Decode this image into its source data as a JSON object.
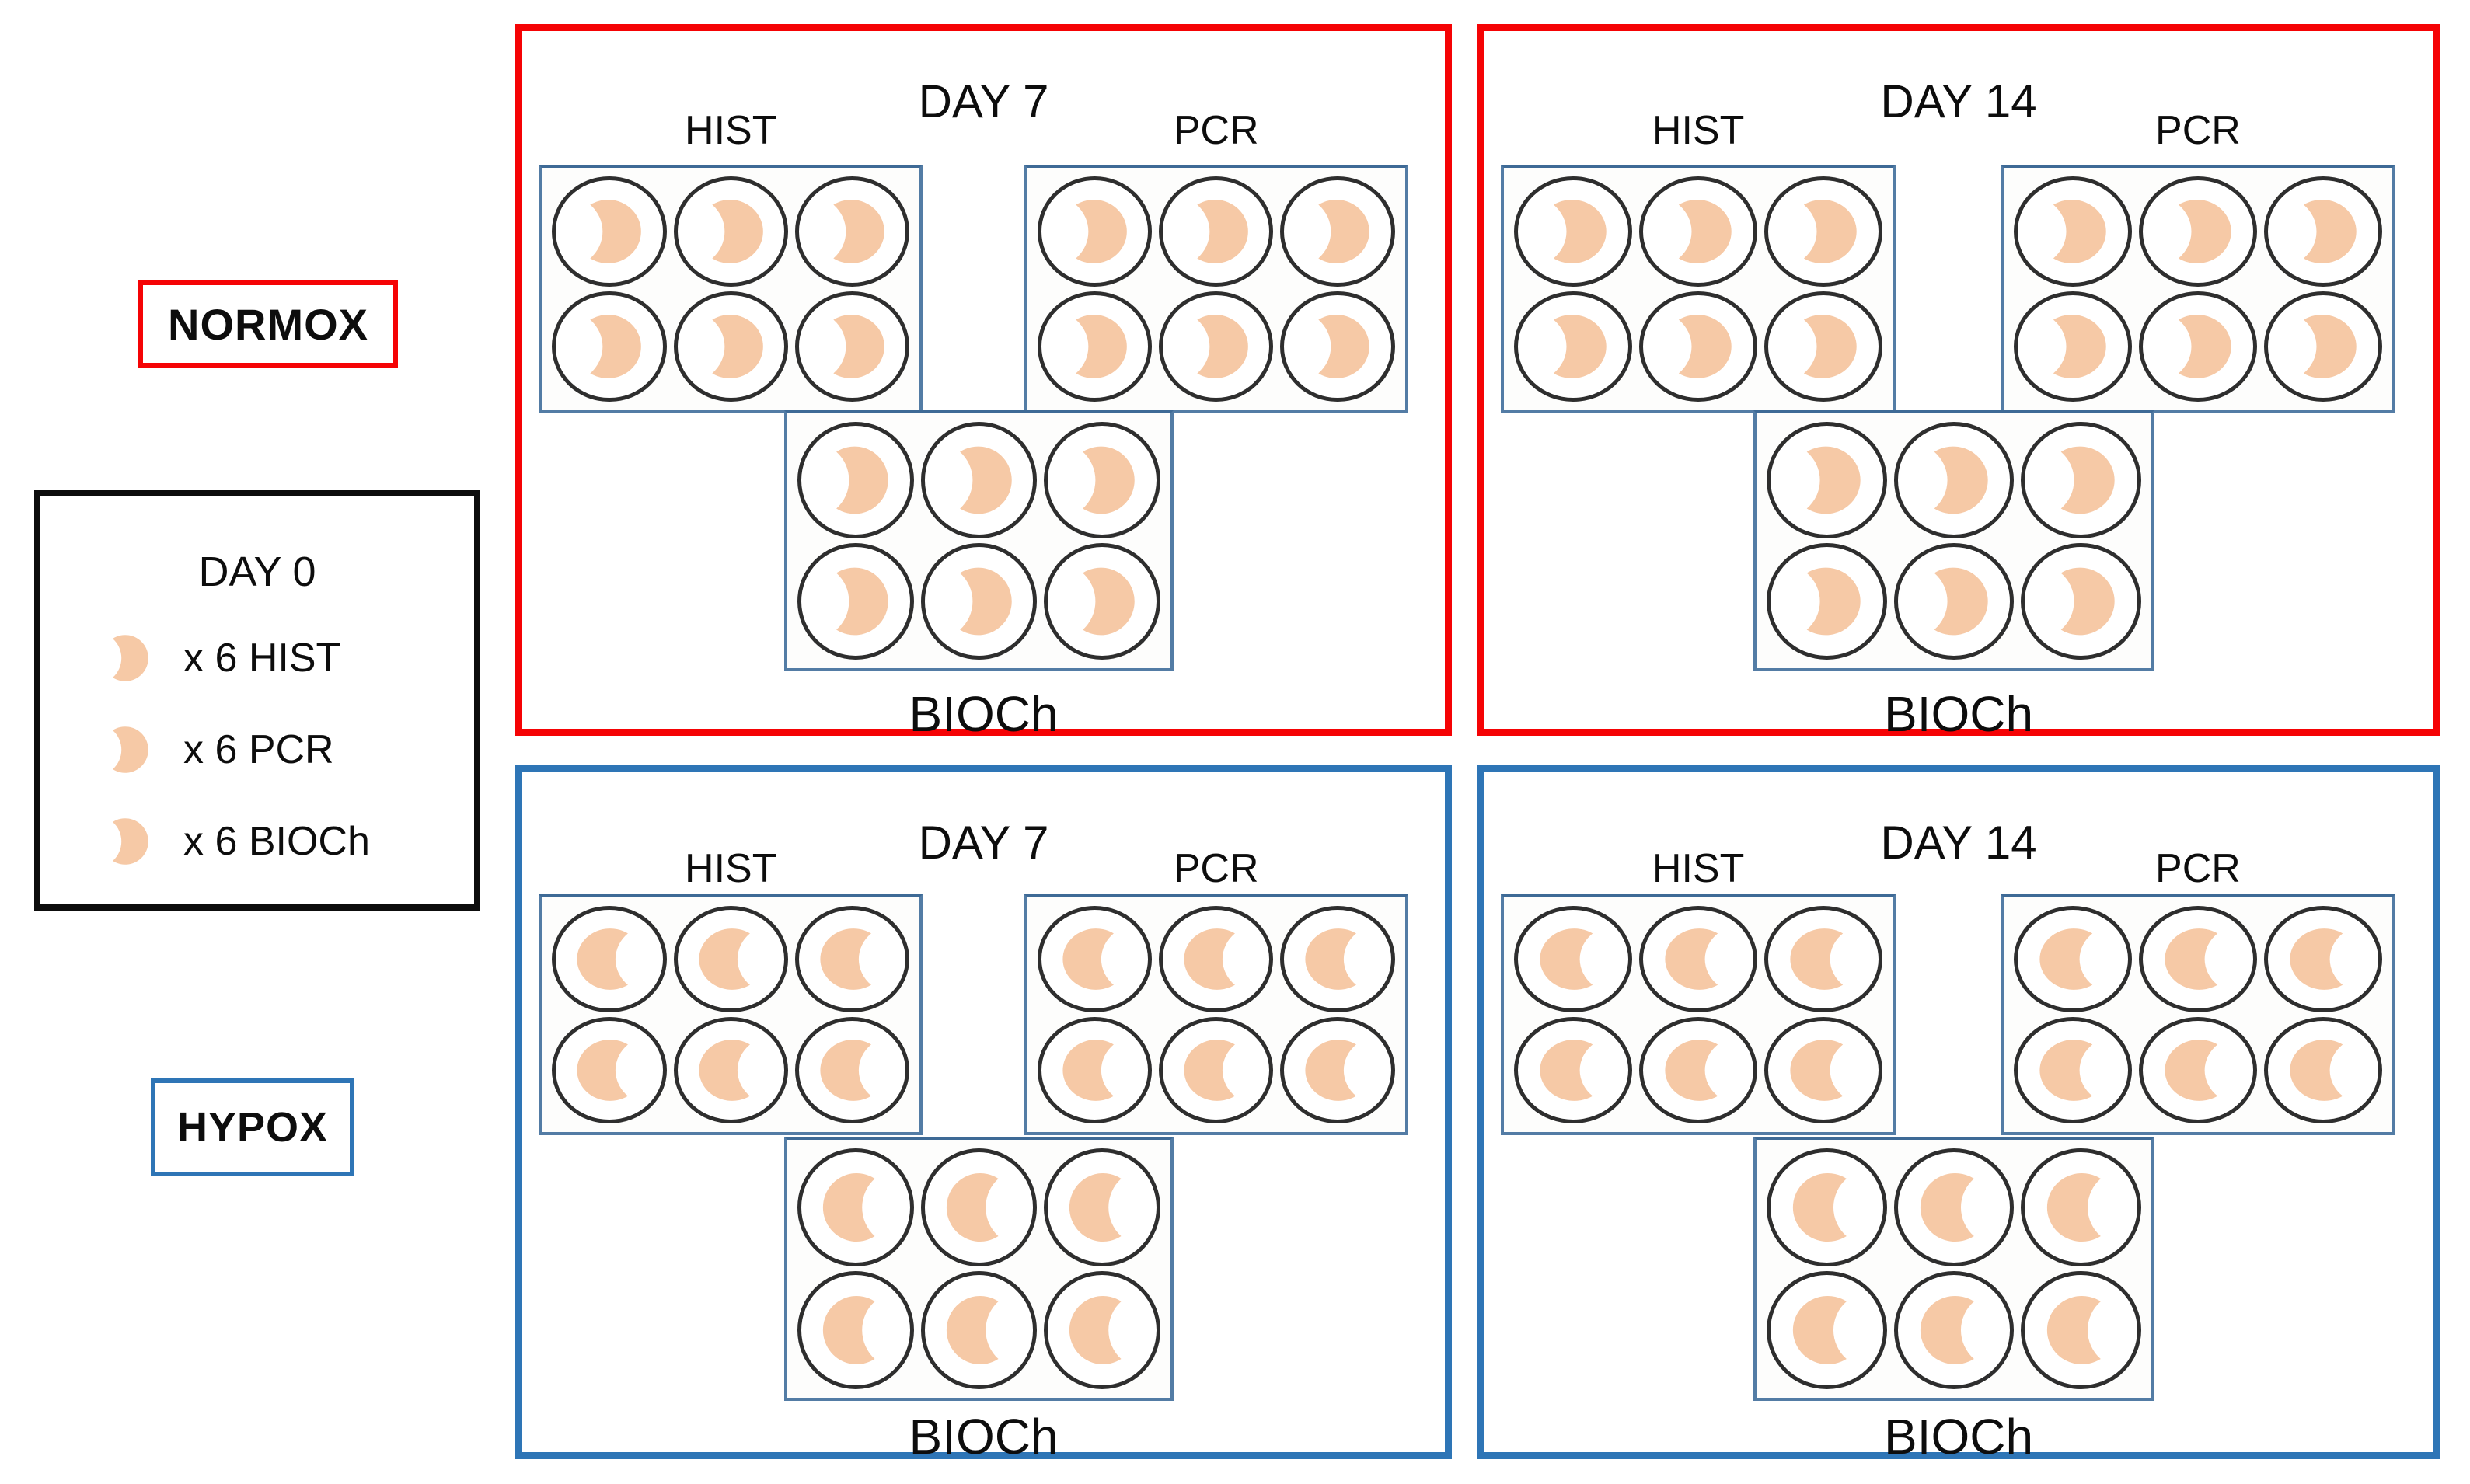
{
  "figure": {
    "type": "experimental-design-diagram",
    "description": "Tissue sampling scheme with NORMOX and HYPOX groups at DAY 0, DAY 7 and DAY 14 using 6-well plates for HIST, PCR and BIOCh analyses"
  },
  "colors": {
    "normox_border": "#f50305",
    "hypox_border": "#2e75b6",
    "plate_border": "#537ca5",
    "well_stroke": "#2e2e2e",
    "tissue_fill": "#f6c9a6",
    "text": "#0d0d0d"
  },
  "legend": {
    "normox_label": "NORMOX",
    "hypox_label": "HYPOX",
    "day0_box": {
      "title": "DAY 0",
      "items": [
        {
          "icon": "crescent-right",
          "label": "x 6 HIST"
        },
        {
          "icon": "crescent-right",
          "label": "x 6 PCR"
        },
        {
          "icon": "crescent-right",
          "label": "x 6 BIOCh"
        }
      ]
    }
  },
  "panels": [
    {
      "id": "normox-day7",
      "group": "NORMOX",
      "day_label": "DAY 7",
      "tissue_icon": "crescent-right",
      "border_color": "#f50305",
      "plates": [
        {
          "label": "HIST",
          "wells": 6
        },
        {
          "label": "PCR",
          "wells": 6
        },
        {
          "label": "BIOCh",
          "wells": 6
        }
      ]
    },
    {
      "id": "normox-day14",
      "group": "NORMOX",
      "day_label": "DAY 14",
      "tissue_icon": "crescent-right",
      "border_color": "#f50305",
      "plates": [
        {
          "label": "HIST",
          "wells": 6
        },
        {
          "label": "PCR",
          "wells": 6
        },
        {
          "label": "BIOCh",
          "wells": 6
        }
      ]
    },
    {
      "id": "hypox-day7",
      "group": "HYPOX",
      "day_label": "DAY 7",
      "tissue_icon": "crescent-left",
      "border_color": "#2e75b6",
      "plates": [
        {
          "label": "HIST",
          "wells": 6
        },
        {
          "label": "PCR",
          "wells": 6
        },
        {
          "label": "BIOCh",
          "wells": 6
        }
      ]
    },
    {
      "id": "hypox-day14",
      "group": "HYPOX",
      "day_label": "DAY 14",
      "tissue_icon": "crescent-left",
      "border_color": "#2e75b6",
      "plates": [
        {
          "label": "HIST",
          "wells": 6
        },
        {
          "label": "PCR",
          "wells": 6
        },
        {
          "label": "BIOCh",
          "wells": 6
        }
      ]
    }
  ]
}
